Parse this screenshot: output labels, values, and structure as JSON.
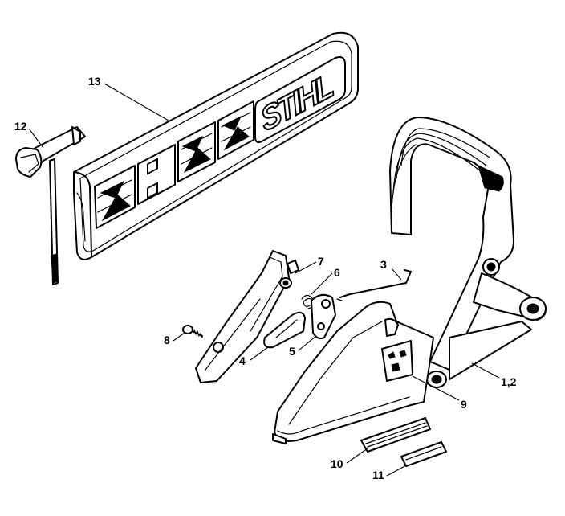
{
  "diagram": {
    "callouts": [
      "1,2",
      "3",
      "4",
      "5",
      "6",
      "7",
      "8",
      "9",
      "10",
      "11",
      "12",
      "13"
    ],
    "logo_text": "STIHL"
  }
}
